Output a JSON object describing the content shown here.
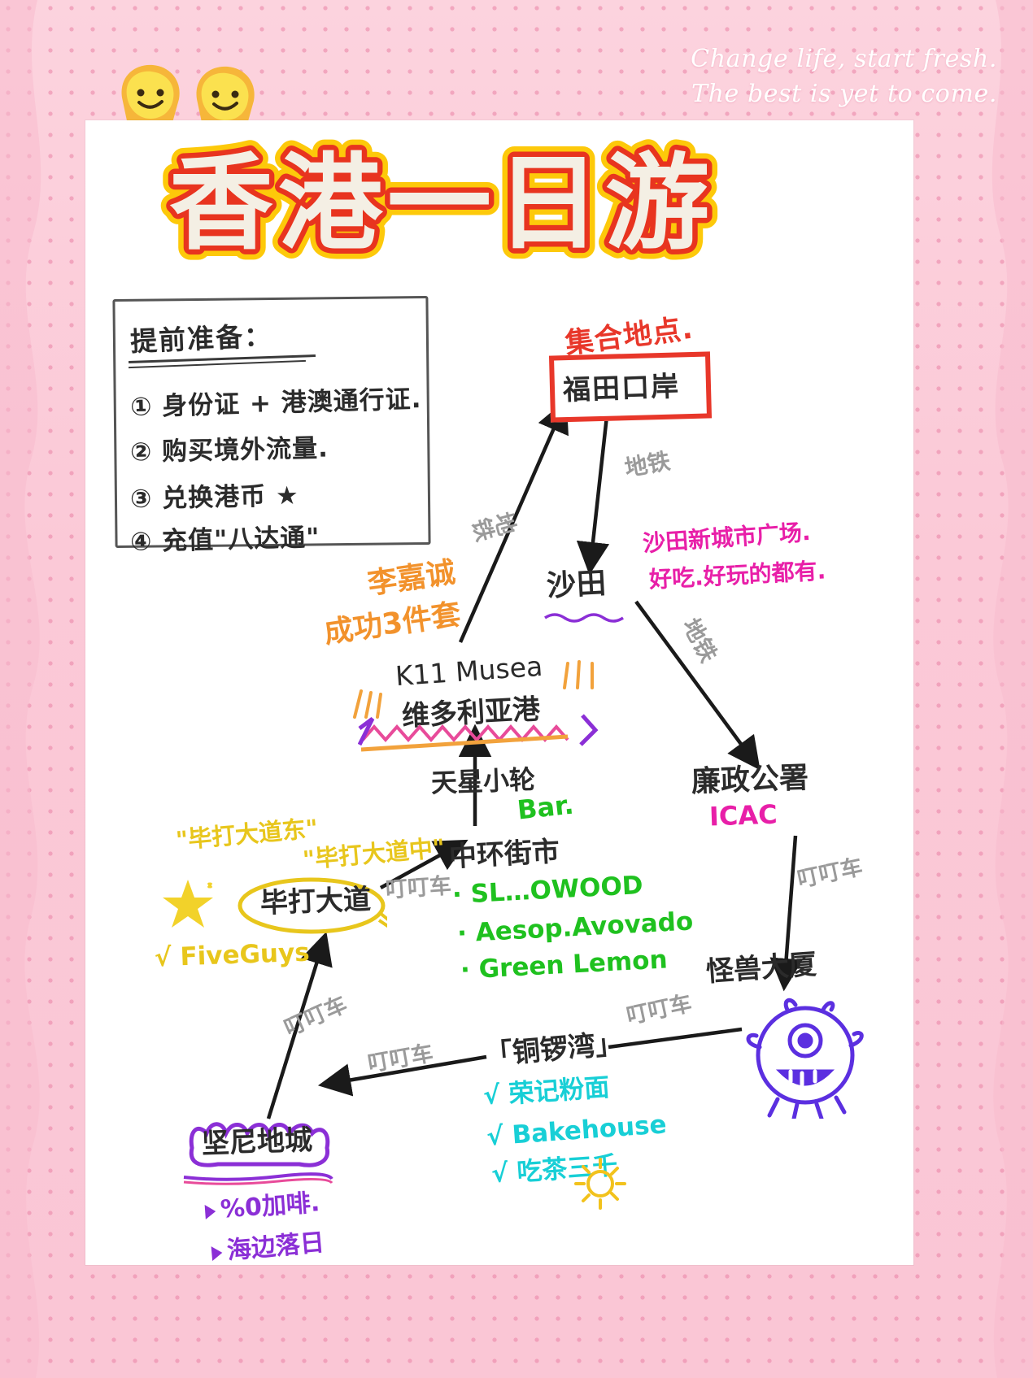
{
  "header": {
    "script_line1": "Change life, start fresh.",
    "script_line2": "The best is yet to come."
  },
  "title": "香港一日游",
  "prep": {
    "heading": "提前准备：",
    "items": [
      "① 身份证 + 港澳通行证.",
      "② 购买境外流量.",
      "③ 兑换港币 ★",
      "④ 充值\"八达通\""
    ]
  },
  "nodes": {
    "meeting_label": "集合地点.",
    "futian": "福田口岸",
    "shatin": "沙田",
    "icac_cn": "廉政公署",
    "icac_en": "ICAC",
    "k11": "K11  Musea",
    "victoria": "维多利亚港",
    "star_ferry": "天星小轮",
    "central_market": "中环街市",
    "bar": "Bar.",
    "monster_building": "怪兽大厦",
    "causeway": "「铜锣湾」",
    "kennedy_town": "坚尼地城",
    "bishop_ave": "毕打大道",
    "bishop_ave_east": "\"毕打大道东\"",
    "bishop_ave_mid": "\"毕打大道中\"",
    "five_guys": "√ FiveGuys"
  },
  "annotations": {
    "shatin_plaza_l1": "沙田新城市广场.",
    "shatin_plaza_l2": "好吃.好玩的都有.",
    "li_ka_shing_l1": "李嘉诚",
    "li_ka_shing_l2": "成功3件套"
  },
  "transport": {
    "metro": "地铁",
    "tram": "叮叮车"
  },
  "central_list": [
    "· SL…OWOOD",
    "· Aesop.Avovado",
    "· Green Lemon"
  ],
  "causeway_list": [
    "√ 荣记粉面",
    "√ Bakehouse",
    "√ 吃茶三千"
  ],
  "kennedy_list": [
    "%0加啡.",
    "海边落日"
  ],
  "colors": {
    "frame_pink": "#fbc9d7",
    "title_red": "#e8372a",
    "title_yellow": "#fdc90a",
    "title_cream": "#f4efe4",
    "ink": "#2b2b2b",
    "orange": "#f2922c",
    "magenta": "#e81fa8",
    "green": "#1fc11f",
    "cyan": "#18cfd6",
    "purple": "#8b2fd6",
    "yellow": "#e8c61c",
    "gray": "#9a9a9a"
  }
}
